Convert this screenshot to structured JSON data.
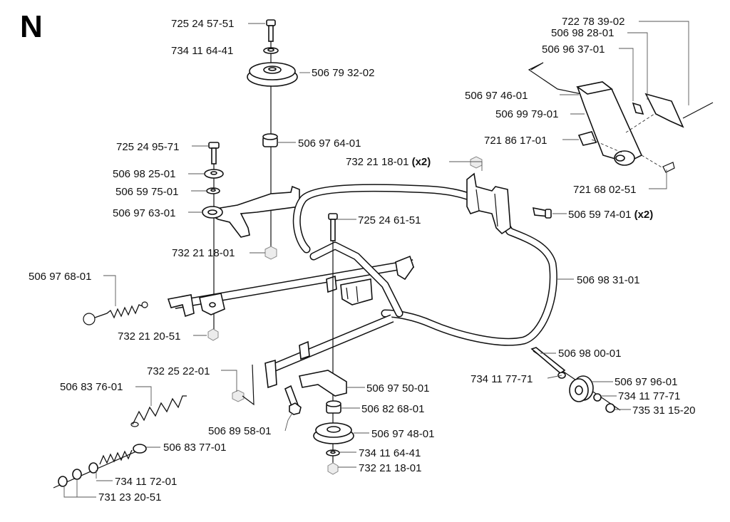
{
  "diagram": {
    "section_letter": "N",
    "parts": [
      {
        "id": "p1",
        "number": "725 24 57-51"
      },
      {
        "id": "p2",
        "number": "734 11 64-41"
      },
      {
        "id": "p3",
        "number": "506 79 32-02"
      },
      {
        "id": "p4",
        "number": "506 97 64-01"
      },
      {
        "id": "p5",
        "number": "725 24 95-71"
      },
      {
        "id": "p6",
        "number": "506 98 25-01"
      },
      {
        "id": "p7",
        "number": "506 59 75-01"
      },
      {
        "id": "p8",
        "number": "506 97 63-01"
      },
      {
        "id": "p9",
        "number": "732 21 18-01"
      },
      {
        "id": "p10",
        "number": "506 97 68-01"
      },
      {
        "id": "p11",
        "number": "732 21 20-51"
      },
      {
        "id": "p12",
        "number": "732 25 22-01"
      },
      {
        "id": "p13",
        "number": "506 83 76-01"
      },
      {
        "id": "p14",
        "number": "506 89 58-01"
      },
      {
        "id": "p15",
        "number": "506 83 77-01"
      },
      {
        "id": "p16",
        "number": "734 11 72-01"
      },
      {
        "id": "p17",
        "number": "731 23 20-51"
      },
      {
        "id": "p18",
        "number": "722 78 39-02"
      },
      {
        "id": "p19",
        "number": "506 98 28-01"
      },
      {
        "id": "p20",
        "number": "506 96 37-01"
      },
      {
        "id": "p21",
        "number": "506 97 46-01"
      },
      {
        "id": "p22",
        "number": "506 99 79-01"
      },
      {
        "id": "p23",
        "number": "721 86 17-01"
      },
      {
        "id": "p24",
        "number": "721 68 02-51"
      },
      {
        "id": "p25",
        "number": "732 21 18-01",
        "qty": "(x2)"
      },
      {
        "id": "p26",
        "number": "506 59 74-01",
        "qty": "(x2)"
      },
      {
        "id": "p27",
        "number": "725 24 61-51"
      },
      {
        "id": "p28",
        "number": "506 98 31-01"
      },
      {
        "id": "p29",
        "number": "506 98 00-01"
      },
      {
        "id": "p30",
        "number": "734 11 77-71"
      },
      {
        "id": "p31",
        "number": "506 97 96-01"
      },
      {
        "id": "p32",
        "number": "734 11 77-71"
      },
      {
        "id": "p33",
        "number": "735 31 15-20"
      },
      {
        "id": "p34",
        "number": "506 97 50-01"
      },
      {
        "id": "p35",
        "number": "506 82 68-01"
      },
      {
        "id": "p36",
        "number": "506 97 48-01"
      },
      {
        "id": "p37",
        "number": "734 11 64-41"
      },
      {
        "id": "p38",
        "number": "732 21 18-01"
      }
    ]
  }
}
